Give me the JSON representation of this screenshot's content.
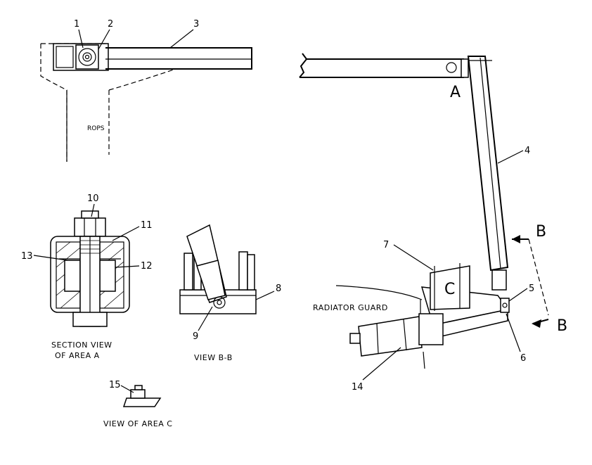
{
  "callouts": {
    "c1": "1",
    "c2": "2",
    "c3": "3",
    "c4": "4",
    "c5": "5",
    "c6": "6",
    "c7": "7",
    "c8": "8",
    "c9": "9",
    "c10": "10",
    "c11": "11",
    "c12": "12",
    "c13": "13",
    "c14": "14",
    "c15": "15"
  },
  "labels": {
    "rops": "ROPS",
    "area_a": "A",
    "area_c": "C",
    "section_b_top": "B",
    "section_b_bottom": "B",
    "radiator_guard": "RADIATOR GUARD"
  },
  "captions": {
    "section_line1": "SECTION VIEW",
    "section_line2": "OF AREA A",
    "view_bb": "VIEW B-B",
    "view_c": "VIEW OF AREA C"
  }
}
